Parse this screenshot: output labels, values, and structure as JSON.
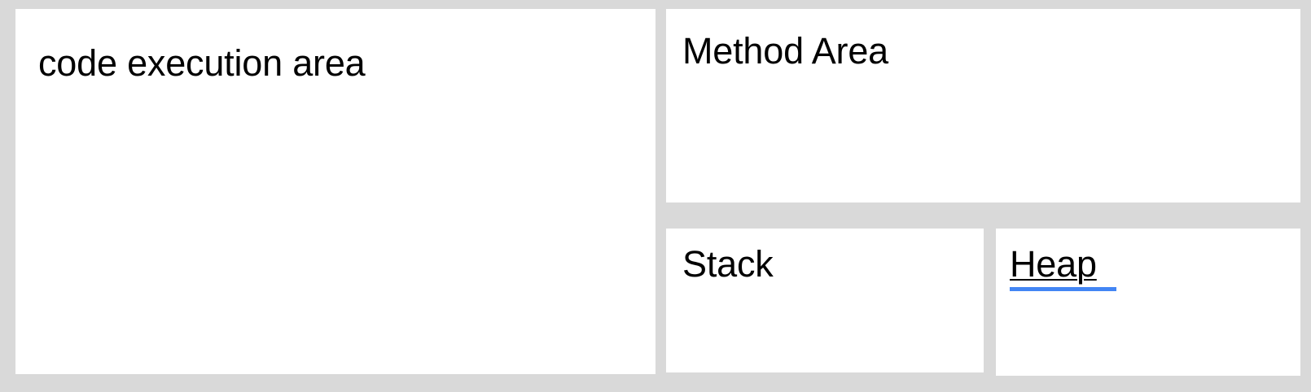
{
  "page": {
    "background_color": "#d9d9d9",
    "panel_color": "#ffffff",
    "text_color": "#000000",
    "accent_color": "#4285f4"
  },
  "panels": [
    {
      "key": "code_execution",
      "label": "code execution area"
    },
    {
      "key": "method_area",
      "label": "Method Area"
    },
    {
      "key": "stack",
      "label": "Stack"
    },
    {
      "key": "heap",
      "label": "Heap"
    }
  ],
  "labels": {
    "code_execution": "code execution area",
    "method_area": "Method Area",
    "stack": "Stack",
    "heap": "Heap"
  }
}
